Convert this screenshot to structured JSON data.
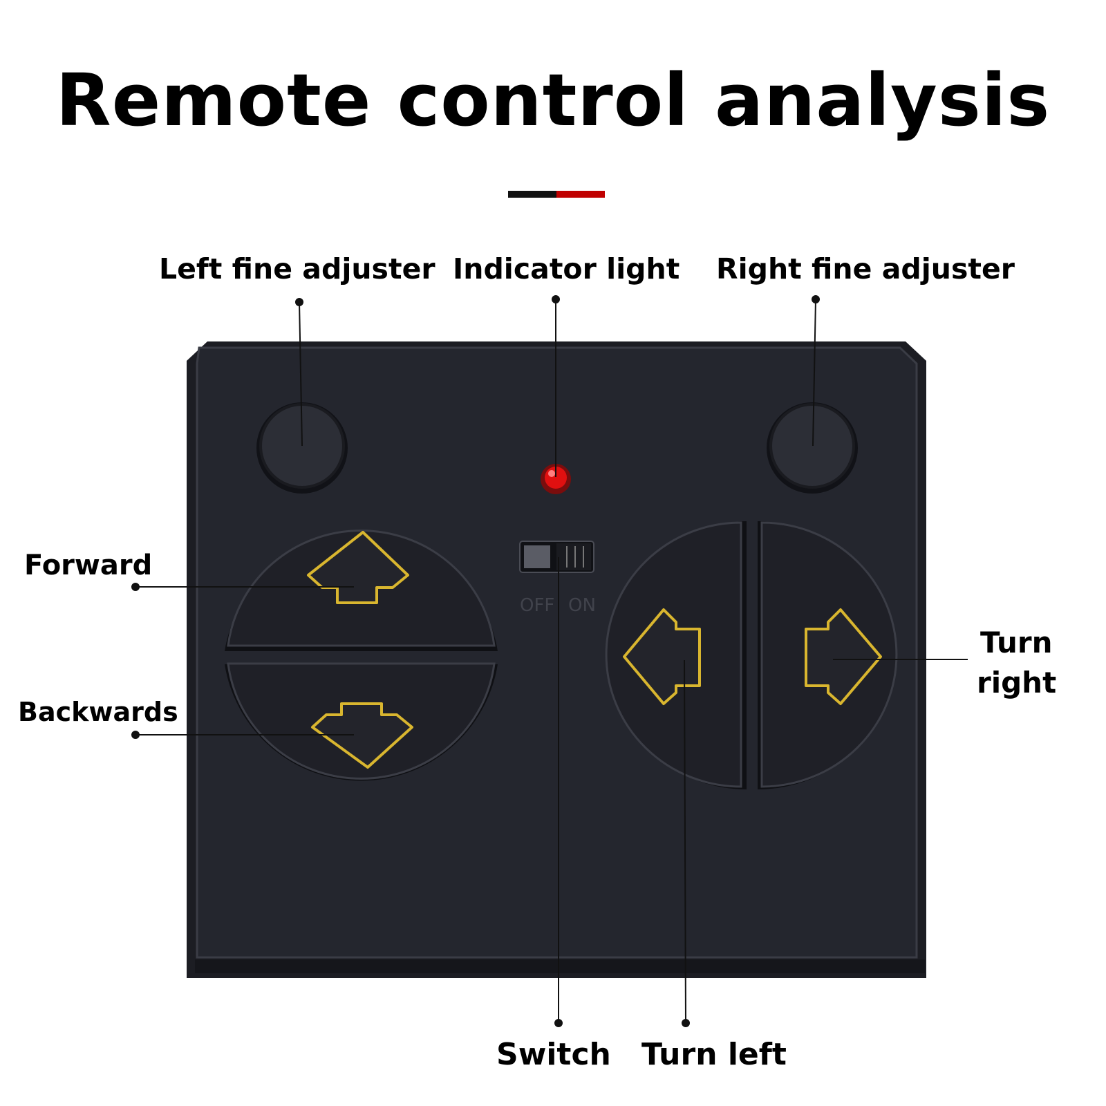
{
  "title": "Remote control analysis",
  "colors": {
    "accent_black": "#111111",
    "accent_red": "#c00000",
    "body": "#24262e",
    "button": "#1e1f25",
    "arrow_outline": "#d9b62f",
    "indicator": "#e01010"
  },
  "labels": {
    "left_fine_adjuster": "Left fine adjuster",
    "indicator_light": "Indicator light",
    "right_fine_adjuster": "Right fine adjuster",
    "forward": "Forward",
    "backwards": "Backwards",
    "turn_right_line1": "Turn",
    "turn_right_line2": "right",
    "switch": "Switch",
    "turn_left": "Turn left"
  },
  "switch": {
    "off": "OFF",
    "on": "ON"
  }
}
